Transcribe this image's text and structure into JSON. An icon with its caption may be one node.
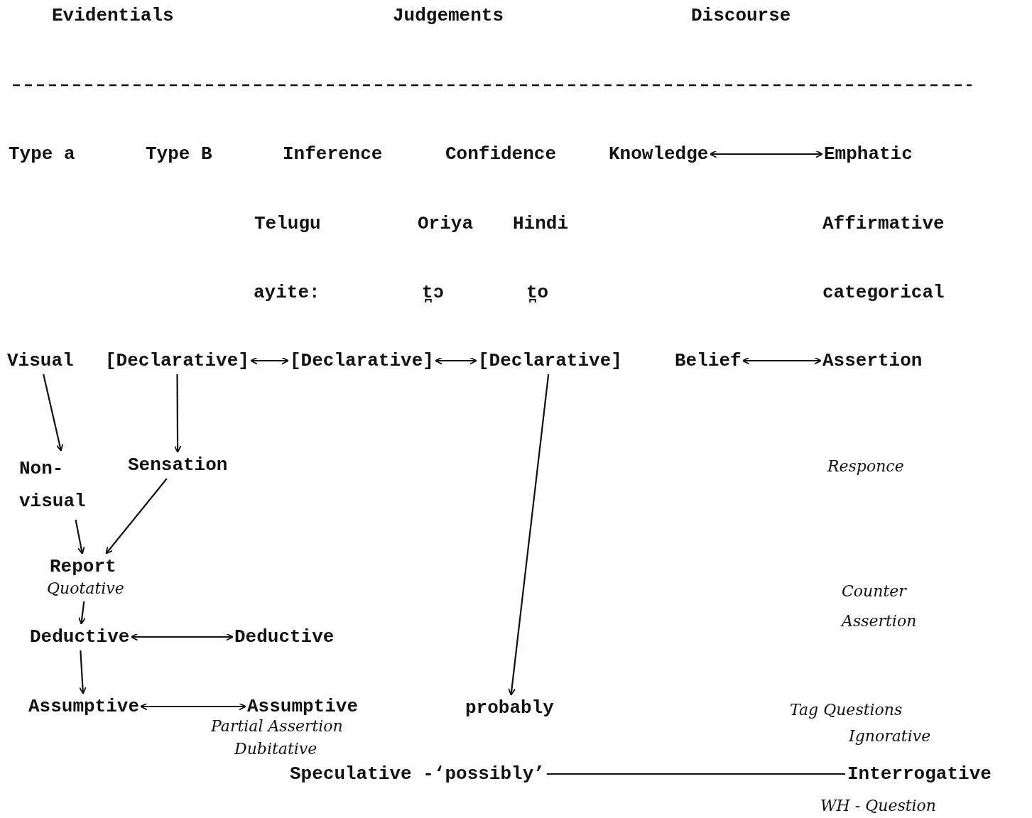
{
  "diagram": {
    "nodes": [
      {
        "text": [
          "Visual"
        ]
      },
      {
        "text": [
          "[Declarative]"
        ]
      },
      {
        "text": [
          "[Declarative]"
        ]
      },
      {
        "text": [
          "[Declarative]"
        ]
      },
      {
        "text": [
          "Belief"
        ]
      },
      {
        "text": [
          "Assertion"
        ]
      },
      {
        "text": [
          "Non- visual"
        ]
      },
      {
        "text": [
          "Sensation"
        ]
      },
      {
        "text": [
          "Report",
          "Quotative"
        ]
      },
      {
        "text": [
          "Deductive"
        ]
      },
      {
        "text": [
          "Deductive"
        ]
      },
      {
        "text": [
          "Assumptive"
        ]
      },
      {
        "text": [
          "Assumptive"
        ],
        "beside": [
          "Partial Assertion",
          "Dubitative"
        ]
      },
      {
        "text": [
          "probably"
        ]
      },
      {
        "text": [
          "Speculative -‘possibly’"
        ]
      },
      {
        "text": [
          "Interrogative"
        ],
        "beside": [
          "WH - Question"
        ]
      },
      {
        "text": [
          "Knowledge"
        ]
      },
      {
        "text": [
          "Emphatic"
        ]
      }
    ],
    "edges": [
      {
        "from": 0,
        "to": 6,
        "arrow": "to"
      },
      {
        "from": 1,
        "to": 7,
        "arrow": "to"
      },
      {
        "from": 1,
        "to": 2,
        "arrow": "both"
      },
      {
        "from": 2,
        "to": 3,
        "arrow": "both"
      },
      {
        "from": 4,
        "to": 5,
        "arrow": "both"
      },
      {
        "from": 6,
        "to": 8,
        "arrow": "to"
      },
      {
        "from": 7,
        "to": 8,
        "arrow": "to"
      },
      {
        "from": 8,
        "to": 9,
        "arrow": "to"
      },
      {
        "from": 9,
        "to": 10,
        "arrow": "both"
      },
      {
        "from": 9,
        "to": 11,
        "arrow": "to"
      },
      {
        "from": 11,
        "to": 12,
        "arrow": "both"
      },
      {
        "from": 3,
        "to": 13,
        "arrow": "to"
      },
      {
        "from": 14,
        "to": 15,
        "arrow": "none"
      },
      {
        "from": 16,
        "to": 17,
        "arrow": "both"
      }
    ],
    "labels": [
      "Evidentials",
      "Judgements",
      "Discourse",
      "Type a",
      "Type B",
      "Inference",
      "Confidence",
      "Telugu",
      "Oriya",
      "Hindi",
      "Affirmative",
      "ayite:",
      "t̪ɔ",
      "t̪o",
      "categorical",
      "Responce",
      "Counter Assertion",
      "Tag Questions",
      "Ignorative"
    ]
  }
}
